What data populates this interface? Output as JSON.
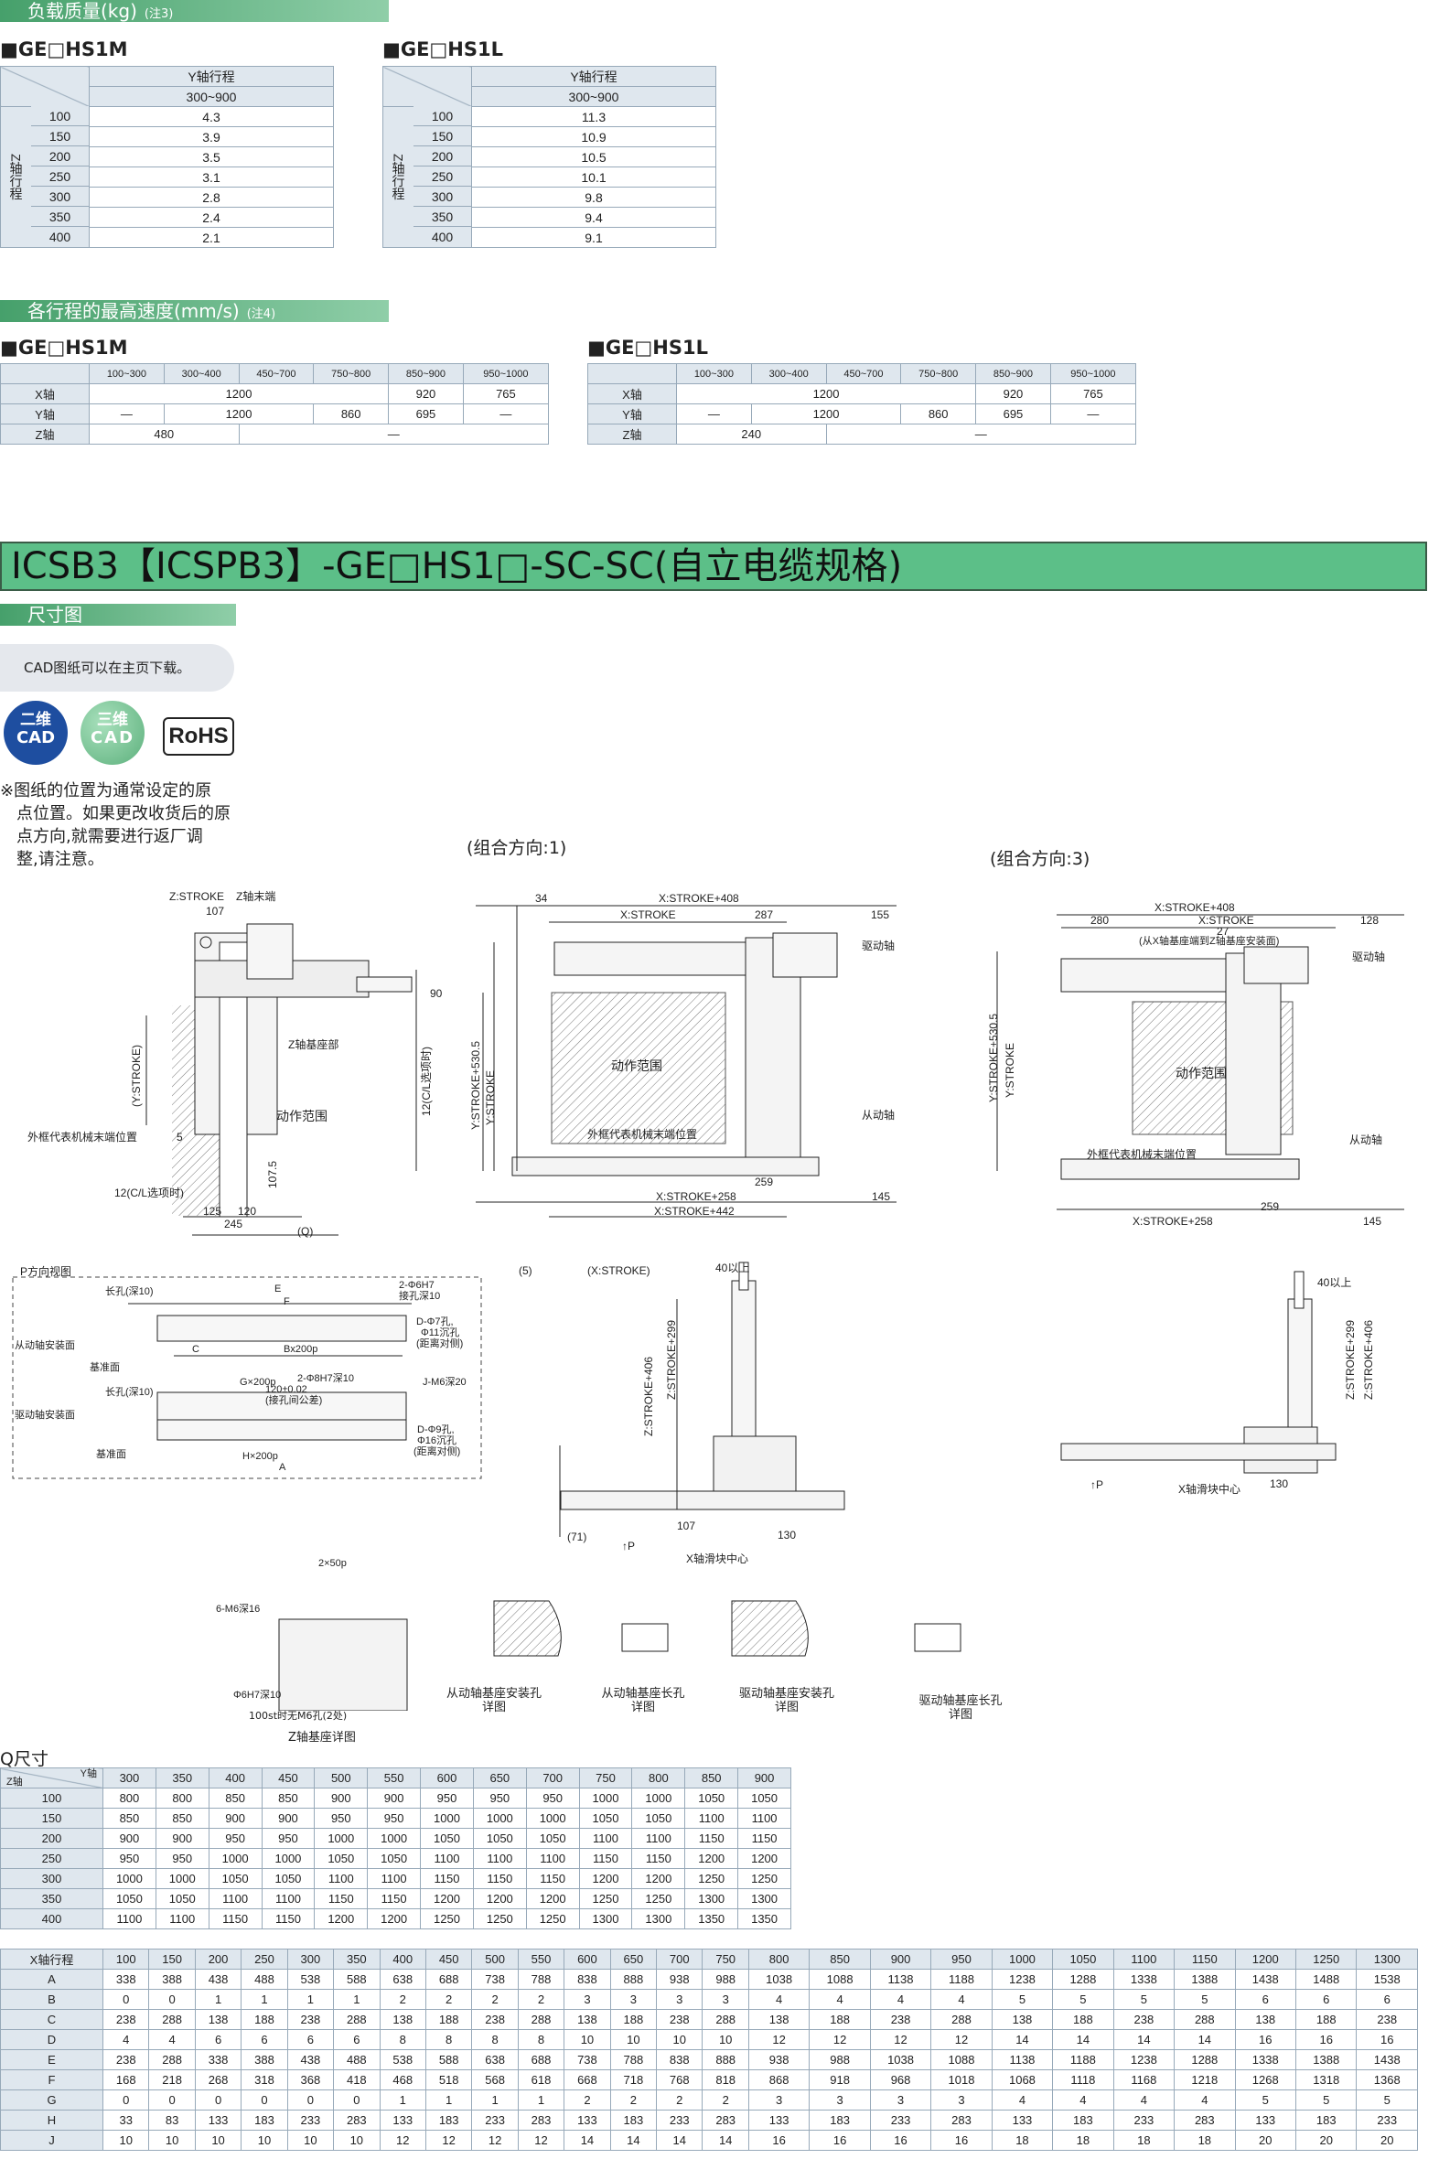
{
  "load": {
    "bar": "负载质量(kg)",
    "note": "(注3)",
    "tables": [
      {
        "model": "■GE□HS1M",
        "axis_y": "Y轴行程",
        "range": "300~900",
        "axis_z": "Z轴行程",
        "rows": [
          [
            "100",
            "4.3"
          ],
          [
            "150",
            "3.9"
          ],
          [
            "200",
            "3.5"
          ],
          [
            "250",
            "3.1"
          ],
          [
            "300",
            "2.8"
          ],
          [
            "350",
            "2.4"
          ],
          [
            "400",
            "2.1"
          ]
        ]
      },
      {
        "model": "■GE□HS1L",
        "axis_y": "Y轴行程",
        "range": "300~900",
        "axis_z": "Z轴行程",
        "rows": [
          [
            "100",
            "11.3"
          ],
          [
            "150",
            "10.9"
          ],
          [
            "200",
            "10.5"
          ],
          [
            "250",
            "10.1"
          ],
          [
            "300",
            "9.8"
          ],
          [
            "350",
            "9.4"
          ],
          [
            "400",
            "9.1"
          ]
        ]
      }
    ]
  },
  "speed": {
    "bar": "各行程的最高速度(mm/s)",
    "note": "(注4)",
    "headers": [
      "100~300",
      "300~400",
      "450~700",
      "750~800",
      "850~900",
      "950~1000"
    ],
    "tables": [
      {
        "model": "■GE□HS1M",
        "x": {
          "label": "X轴",
          "a": "1200",
          "b": "920",
          "c": "765"
        },
        "y": {
          "label": "Y轴",
          "a": "—",
          "b": "1200",
          "c": "860",
          "d": "695",
          "e": "—"
        },
        "z": {
          "label": "Z轴",
          "a": "480",
          "b": "—"
        }
      },
      {
        "model": "■GE□HS1L",
        "x": {
          "label": "X轴",
          "a": "1200",
          "b": "920",
          "c": "765"
        },
        "y": {
          "label": "Y轴",
          "a": "—",
          "b": "1200",
          "c": "860",
          "d": "695",
          "e": "—"
        },
        "z": {
          "label": "Z轴",
          "a": "240",
          "b": "—"
        }
      }
    ]
  },
  "product": {
    "title": "ICSB3【ICSPB3】-GE□HS1□-SC-SC(自立电缆规格)",
    "dims_bar": "尺寸图",
    "cad_note": "CAD图纸可以在主页下载。",
    "badge_2d_top": "二维",
    "badge_2d_bottom": "CAD",
    "badge_3d_top": "三维",
    "badge_3d_bottom": "CAD",
    "badge_rohs": "RoHS",
    "origin_note": [
      "※图纸的位置为通常设定的原",
      "点位置。如果更改收货后的原",
      "点方向,就需要进行返厂调",
      "整,请注意。"
    ]
  },
  "drawings": {
    "combo1": "(组合方向:1)",
    "combo3": "(组合方向:3)",
    "labels": {
      "z_stroke": "Z:STROKE",
      "z_end": "Z轴末端",
      "z_base": "Z轴基座部",
      "motion": "动作范围",
      "frame_end": "外框代表机械末端位置",
      "cl_opt": "12(C/L选项时)",
      "y_stroke_p": "(Y:STROKE)",
      "q": "(Q)",
      "x_stroke_408": "X:STROKE+408",
      "x_stroke": "X:STROKE",
      "x_stroke_258": "X:STROKE+258",
      "x_stroke_442": "X:STROKE+442",
      "drive": "驱动轴",
      "driven": "从动轴",
      "y_stroke_530": "Y:STROKE+530.5",
      "y_stroke": "Y:STROKE",
      "from_x_base": "(从X轴基座端到Z轴基座安装面)",
      "p_view": "P方向视图",
      "long_hole": "长孔(深10)",
      "h7_2": "2-Φ6H7",
      "h7_depth": "接孔深10",
      "driven_mount": "从动轴安装面",
      "drive_mount": "驱动轴安装面",
      "base_face": "基准面",
      "d_phi7": "D-Φ7孔,",
      "d_phi11": "Φ11沉孔",
      "opposite": "(距离对侧)",
      "d_phi9": "D-Φ9孔,",
      "d_phi16": "Φ16沉孔",
      "j_m6": "J-M6深20",
      "m_h7_2": "2-Φ8H7深10",
      "tol": "120±0.02",
      "tol2": "(接孔间公差)",
      "x_stroke_p": "(X:STROKE)",
      "z_stroke_406": "Z:STROKE+406",
      "z_stroke_299": "Z:STROKE+299",
      "x_slider": "X轴滑块中心",
      "up_p": "↑P",
      "z_base_detail": "Z轴基座详图",
      "m6_16": "6-M6深16",
      "h7_10": "Φ6H7深10",
      "m6_100": "100st时无M6孔(2处)",
      "detail_driven_mount": "从动轴基座安装孔",
      "detail_driven_slot": "从动轴基座长孔",
      "detail_drive_mount": "驱动轴基座安装孔",
      "detail_drive_slot": "驱动轴基座长孔",
      "detail_word": "详图"
    }
  },
  "q_table": {
    "title": "Q尺寸",
    "corner_top": "Y轴",
    "corner_bottom": "Z轴",
    "cols": [
      "300",
      "350",
      "400",
      "450",
      "500",
      "550",
      "600",
      "650",
      "700",
      "750",
      "800",
      "850",
      "900"
    ],
    "rows": [
      {
        "z": "100",
        "v": [
          "800",
          "800",
          "850",
          "850",
          "900",
          "900",
          "950",
          "950",
          "950",
          "1000",
          "1000",
          "1050",
          "1050"
        ]
      },
      {
        "z": "150",
        "v": [
          "850",
          "850",
          "900",
          "900",
          "950",
          "950",
          "1000",
          "1000",
          "1000",
          "1050",
          "1050",
          "1100",
          "1100"
        ]
      },
      {
        "z": "200",
        "v": [
          "900",
          "900",
          "950",
          "950",
          "1000",
          "1000",
          "1050",
          "1050",
          "1050",
          "1100",
          "1100",
          "1150",
          "1150"
        ]
      },
      {
        "z": "250",
        "v": [
          "950",
          "950",
          "1000",
          "1000",
          "1050",
          "1050",
          "1100",
          "1100",
          "1100",
          "1150",
          "1150",
          "1200",
          "1200"
        ]
      },
      {
        "z": "300",
        "v": [
          "1000",
          "1000",
          "1050",
          "1050",
          "1100",
          "1100",
          "1150",
          "1150",
          "1150",
          "1200",
          "1200",
          "1250",
          "1250"
        ]
      },
      {
        "z": "350",
        "v": [
          "1050",
          "1050",
          "1100",
          "1100",
          "1150",
          "1150",
          "1200",
          "1200",
          "1200",
          "1250",
          "1250",
          "1300",
          "1300"
        ]
      },
      {
        "z": "400",
        "v": [
          "1100",
          "1100",
          "1150",
          "1150",
          "1200",
          "1200",
          "1250",
          "1250",
          "1250",
          "1300",
          "1300",
          "1350",
          "1350"
        ]
      }
    ]
  },
  "x_table": {
    "head": "X轴行程",
    "cols": [
      "100",
      "150",
      "200",
      "250",
      "300",
      "350",
      "400",
      "450",
      "500",
      "550",
      "600",
      "650",
      "700",
      "750",
      "800",
      "850",
      "900",
      "950",
      "1000",
      "1050",
      "1100",
      "1150",
      "1200",
      "1250",
      "1300"
    ],
    "rows": [
      {
        "k": "A",
        "v": [
          "338",
          "388",
          "438",
          "488",
          "538",
          "588",
          "638",
          "688",
          "738",
          "788",
          "838",
          "888",
          "938",
          "988",
          "1038",
          "1088",
          "1138",
          "1188",
          "1238",
          "1288",
          "1338",
          "1388",
          "1438",
          "1488",
          "1538"
        ]
      },
      {
        "k": "B",
        "v": [
          "0",
          "0",
          "1",
          "1",
          "1",
          "1",
          "2",
          "2",
          "2",
          "2",
          "3",
          "3",
          "3",
          "3",
          "4",
          "4",
          "4",
          "4",
          "5",
          "5",
          "5",
          "5",
          "6",
          "6",
          "6"
        ]
      },
      {
        "k": "C",
        "v": [
          "238",
          "288",
          "138",
          "188",
          "238",
          "288",
          "138",
          "188",
          "238",
          "288",
          "138",
          "188",
          "238",
          "288",
          "138",
          "188",
          "238",
          "288",
          "138",
          "188",
          "238",
          "288",
          "138",
          "188",
          "238"
        ]
      },
      {
        "k": "D",
        "v": [
          "4",
          "4",
          "6",
          "6",
          "6",
          "6",
          "8",
          "8",
          "8",
          "8",
          "10",
          "10",
          "10",
          "10",
          "12",
          "12",
          "12",
          "12",
          "14",
          "14",
          "14",
          "14",
          "16",
          "16",
          "16"
        ]
      },
      {
        "k": "E",
        "v": [
          "238",
          "288",
          "338",
          "388",
          "438",
          "488",
          "538",
          "588",
          "638",
          "688",
          "738",
          "788",
          "838",
          "888",
          "938",
          "988",
          "1038",
          "1088",
          "1138",
          "1188",
          "1238",
          "1288",
          "1338",
          "1388",
          "1438"
        ]
      },
      {
        "k": "F",
        "v": [
          "168",
          "218",
          "268",
          "318",
          "368",
          "418",
          "468",
          "518",
          "568",
          "618",
          "668",
          "718",
          "768",
          "818",
          "868",
          "918",
          "968",
          "1018",
          "1068",
          "1118",
          "1168",
          "1218",
          "1268",
          "1318",
          "1368"
        ]
      },
      {
        "k": "G",
        "v": [
          "0",
          "0",
          "0",
          "0",
          "0",
          "0",
          "1",
          "1",
          "1",
          "1",
          "2",
          "2",
          "2",
          "2",
          "3",
          "3",
          "3",
          "3",
          "4",
          "4",
          "4",
          "4",
          "5",
          "5",
          "5"
        ]
      },
      {
        "k": "H",
        "v": [
          "33",
          "83",
          "133",
          "183",
          "233",
          "283",
          "133",
          "183",
          "233",
          "283",
          "133",
          "183",
          "233",
          "283",
          "133",
          "183",
          "233",
          "283",
          "133",
          "183",
          "233",
          "283",
          "133",
          "183",
          "233"
        ]
      },
      {
        "k": "J",
        "v": [
          "10",
          "10",
          "10",
          "10",
          "10",
          "10",
          "12",
          "12",
          "12",
          "12",
          "14",
          "14",
          "14",
          "14",
          "16",
          "16",
          "16",
          "16",
          "18",
          "18",
          "18",
          "18",
          "20",
          "20",
          "20"
        ]
      }
    ]
  },
  "colors": {
    "accent": "#46a06b",
    "title_bg": "#5cbf88",
    "table_head": "#dfe7ee",
    "table_border": "#97a9b9",
    "badge_2d": "#1e4ea0",
    "badge_3d": "#6cc08a"
  }
}
